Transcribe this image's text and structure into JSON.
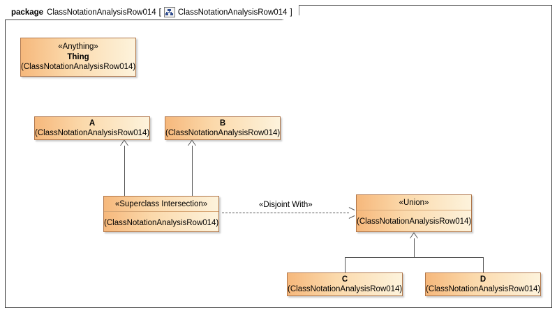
{
  "frame": {
    "keyword": "package",
    "name": "ClassNotationAnalysisRow014",
    "bracket_open": "[",
    "diagram_icon": "class-diagram-icon",
    "diagram_name": "ClassNotationAnalysisRow014",
    "bracket_close": "]"
  },
  "classes": [
    {
      "id": "thing",
      "stereotype": "«Anything»",
      "name": "Thing",
      "qualifier": "(ClassNotationAnalysisRow014)"
    },
    {
      "id": "a",
      "stereotype": "",
      "name": "A",
      "qualifier": "(ClassNotationAnalysisRow014)"
    },
    {
      "id": "b",
      "stereotype": "",
      "name": "B",
      "qualifier": "(ClassNotationAnalysisRow014)"
    },
    {
      "id": "superclass-intersection",
      "stereotype": "«Superclass Intersection»",
      "name": "",
      "qualifier": "(ClassNotationAnalysisRow014)"
    },
    {
      "id": "union",
      "stereotype": "«Union»",
      "name": "",
      "qualifier": "(ClassNotationAnalysisRow014)"
    },
    {
      "id": "c",
      "stereotype": "",
      "name": "C",
      "qualifier": "(ClassNotationAnalysisRow014)"
    },
    {
      "id": "d",
      "stereotype": "",
      "name": "D",
      "qualifier": "(ClassNotationAnalysisRow014)"
    }
  ],
  "connectors": {
    "disjoint_with_label": "«Disjoint With»"
  },
  "colors": {
    "class_fill_start": "#f6b87c",
    "class_fill_end": "#fdf3dc",
    "class_border": "#b0764a",
    "line": "#555555",
    "frame_border": "#3b3b3b",
    "icon_accent": "#2d4b8e",
    "canvas": "#ffffff"
  }
}
